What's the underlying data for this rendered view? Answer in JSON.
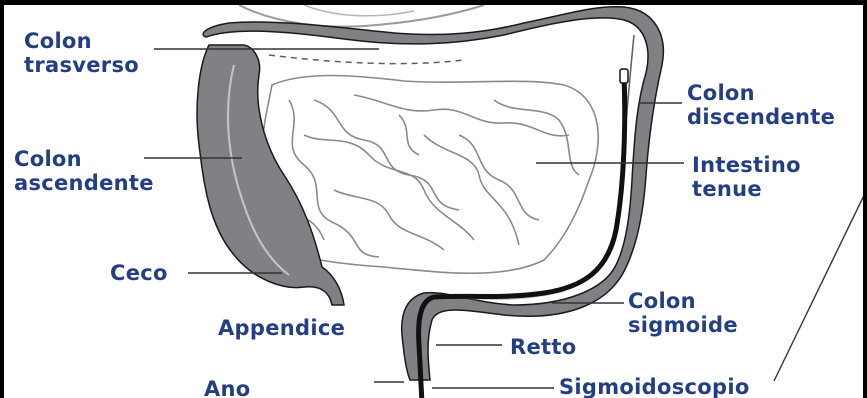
{
  "labels": {
    "colon_trasverso": "Colon\ntrasverso",
    "colon_discendente": "Colon\ndiscendente",
    "colon_ascendente": "Colon\nascendente",
    "intestino_tenue": "Intestino\ntenue",
    "ceco": "Ceco",
    "appendice": "Appendice",
    "colon_sigmoide": "Colon\nsigmoide",
    "retto": "Retto",
    "ano": "Ano",
    "sigmoidoscopio": "Sigmoidoscopio"
  },
  "colors": {
    "label_text": "#243e83",
    "colon_fill": "#808085",
    "outline": "#1a1a1a",
    "small_intestine_line": "#8a8a8a"
  }
}
